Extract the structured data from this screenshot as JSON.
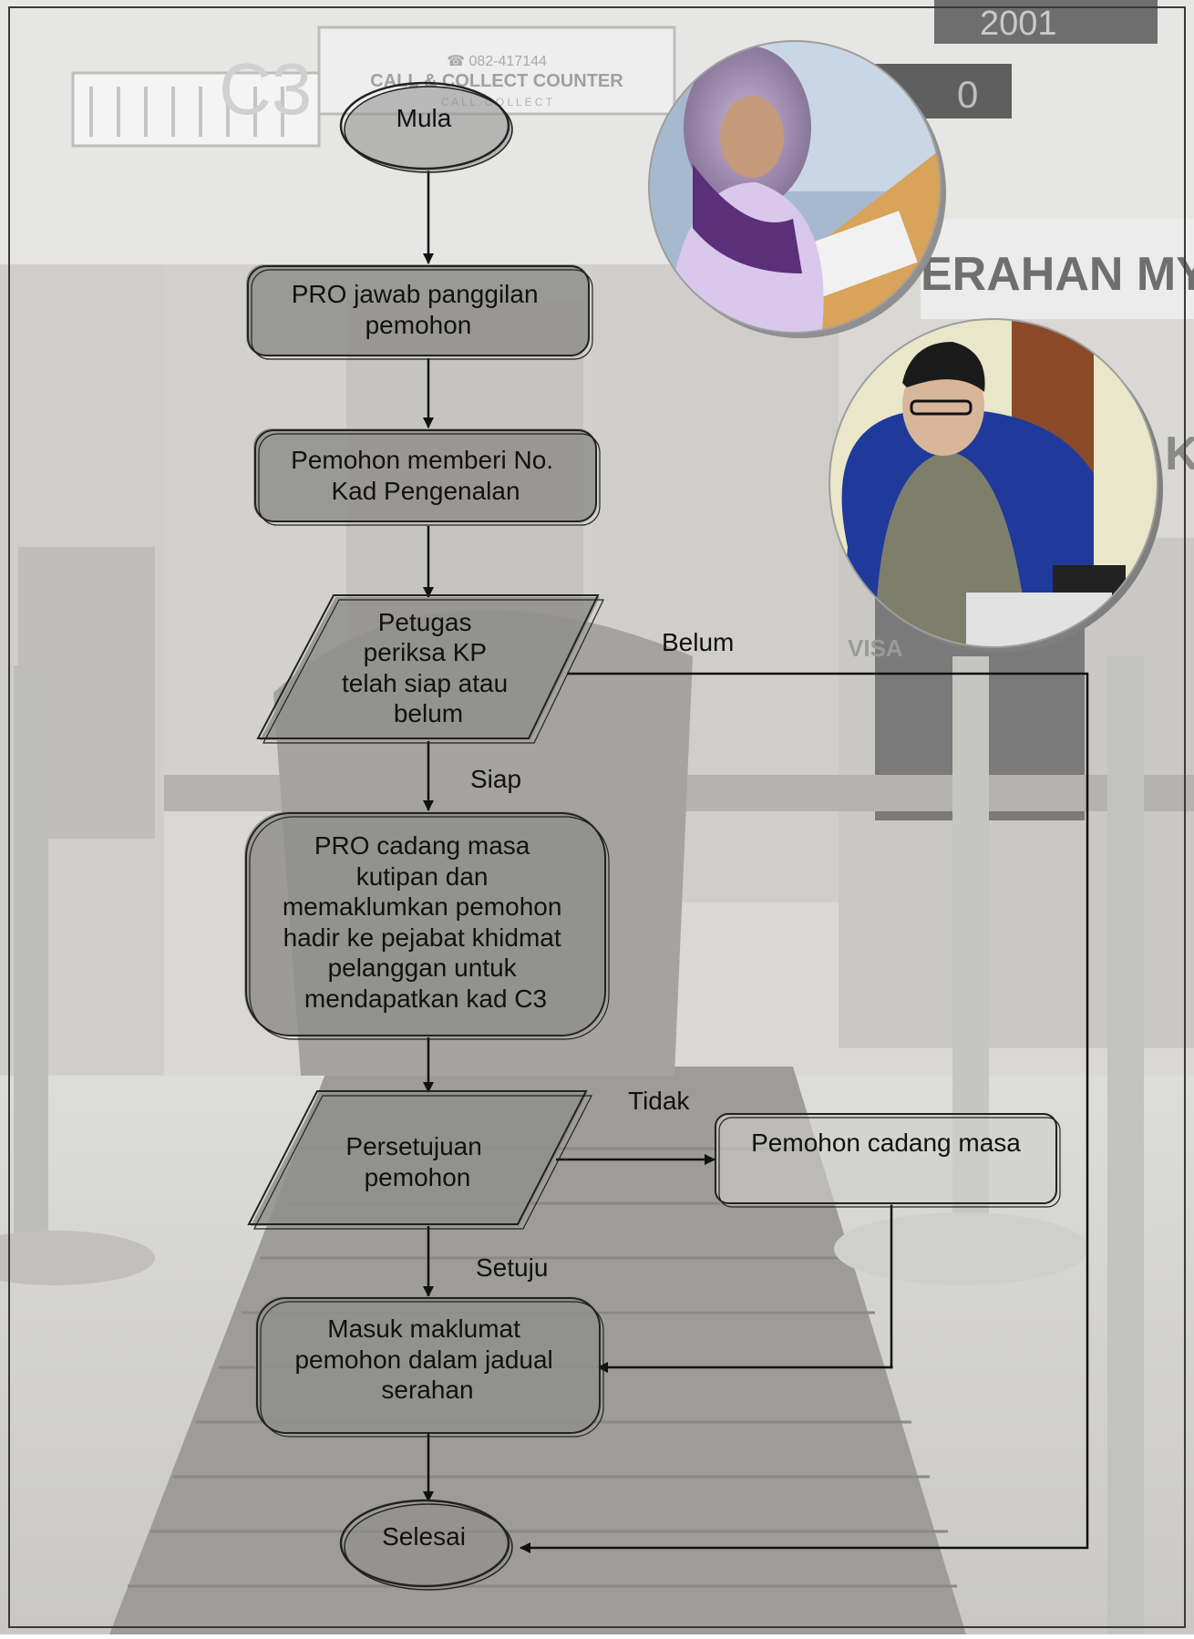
{
  "background": {
    "counter_sign": "CALL  &  COLLECT COUNTER",
    "counter_sign_sub": "C A L L  .  C O L L E C T",
    "counter_phone": "☎ 082-417144",
    "c3_logo": "C3",
    "queue_display": "2001",
    "queue_number": "0",
    "wall_sign": "ERAHAN MYKA",
    "wall_sign_2": "K",
    "visa_sign": "VISA"
  },
  "nodes": {
    "start": "Mula",
    "answer_call": [
      "PRO jawab panggilan",
      "pemohon"
    ],
    "give_ic": [
      "Pemohon memberi No.",
      "Kad Pengenalan"
    ],
    "check_kp": [
      "Petugas",
      "periksa KP",
      "telah siap atau",
      "belum"
    ],
    "propose_time": [
      "PRO cadang masa",
      "kutipan dan",
      "memaklumkan pemohon",
      "hadir ke pejabat khidmat",
      "pelanggan untuk",
      "mendapatkan kad C3"
    ],
    "applicant_agree": [
      "Persetujuan",
      "pemohon"
    ],
    "applicant_propose": [
      "Pemohon cadang masa"
    ],
    "enter_schedule": [
      "Masuk maklumat",
      "pemohon dalam jadual",
      "serahan"
    ],
    "end": "Selesai"
  },
  "edges": {
    "not_ready": "Belum",
    "ready": "Siap",
    "disagree": "Tidak",
    "agree": "Setuju"
  }
}
